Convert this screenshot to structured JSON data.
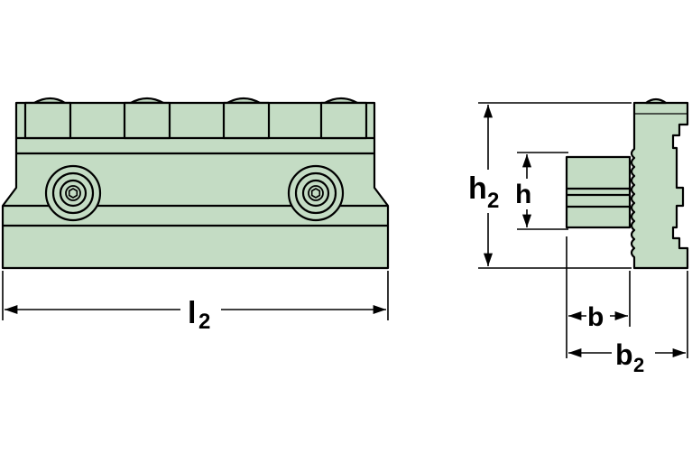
{
  "colors": {
    "body_fill": "#c4dcc4",
    "outline": "#000000",
    "background": "#ffffff"
  },
  "labels": {
    "l2": {
      "main": "l",
      "sub": "2"
    },
    "h2": {
      "main": "h",
      "sub": "2"
    },
    "h": {
      "main": "h"
    },
    "b": {
      "main": "b"
    },
    "b2": {
      "main": "b",
      "sub": "2"
    }
  }
}
